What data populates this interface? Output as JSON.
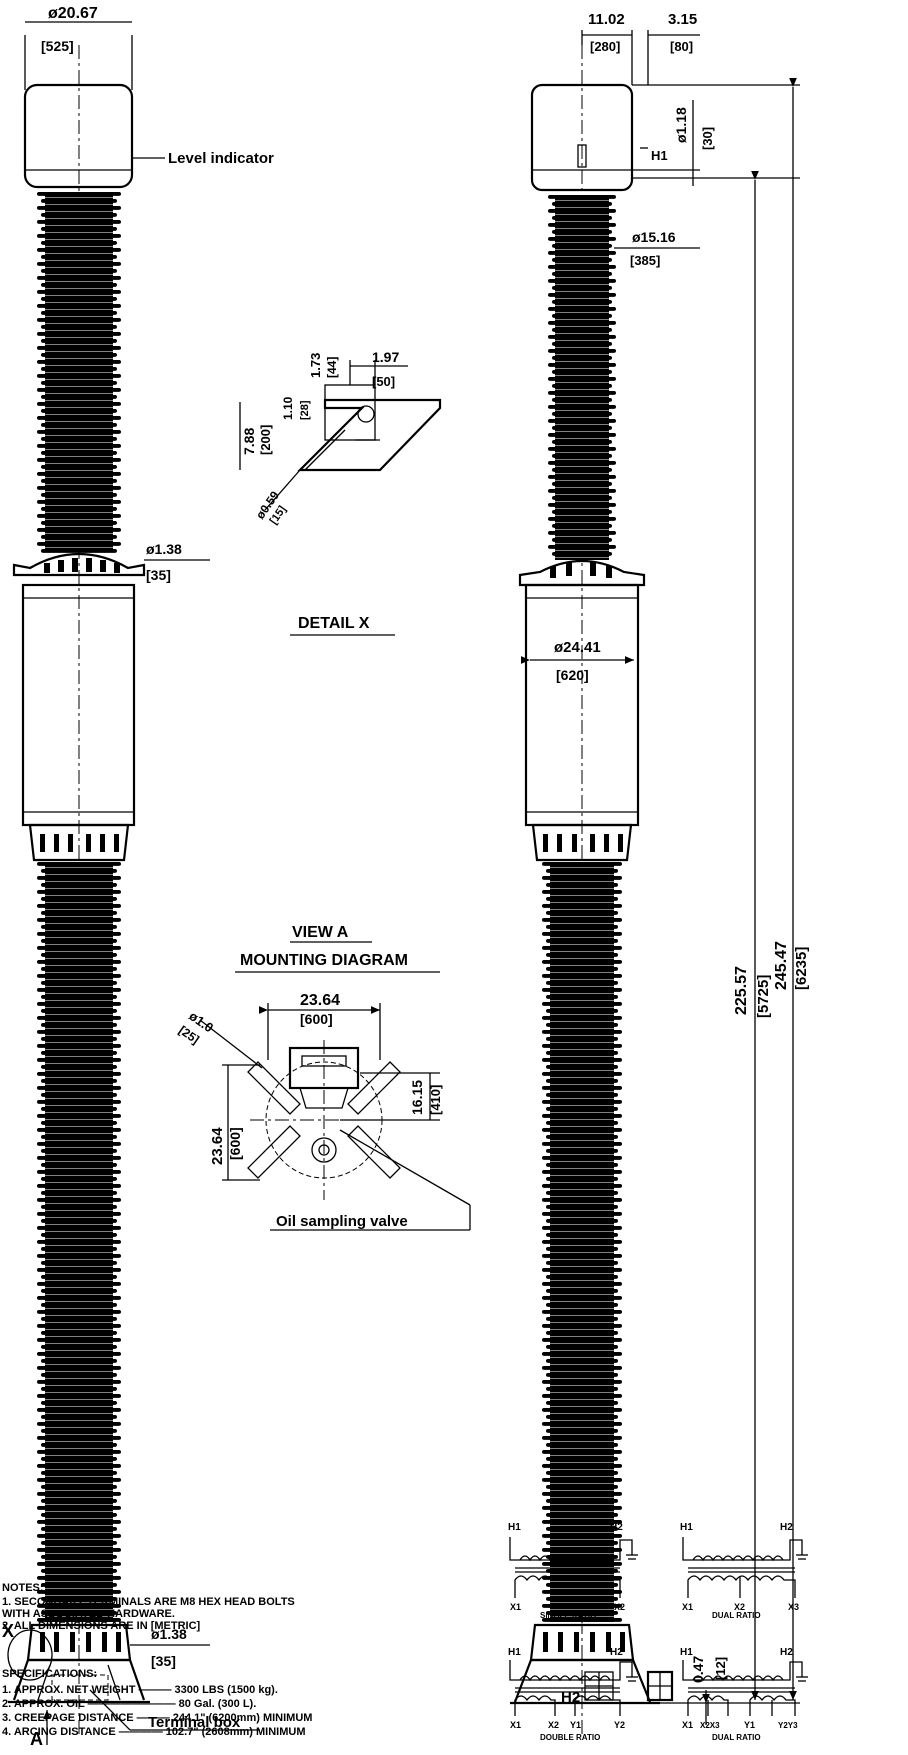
{
  "left_view": {
    "top_dia": "ø20.67",
    "top_dia_metric": "[525]",
    "level_indicator": "Level indicator",
    "flange_dia": "ø1.38",
    "flange_dia_metric": "[35]",
    "base_dia": "ø1.38",
    "base_dia_metric": "[35]",
    "x_marker": "X",
    "a_marker": "A",
    "terminal_box": "Terminal box"
  },
  "right_view": {
    "top_w": "11.02",
    "top_w_metric": "[280]",
    "offset": "3.15",
    "offset_metric": "[80]",
    "cap_h": "ø1.18",
    "cap_h_metric": "[30]",
    "h1_label": "H1",
    "porcelain_dia": "ø15.16",
    "porcelain_dia_metric": "[385]",
    "tank_dia": "ø24.41",
    "tank_dia_metric": "[620]",
    "height_a": "225.57",
    "height_a_metric": "[5725]",
    "height_b": "245.47",
    "height_b_metric": "[6235]",
    "base_h": "0.47",
    "base_h_metric": "[12]",
    "h2_label": "H2"
  },
  "detail_x": {
    "title": "DETAIL X",
    "d1": "1.97",
    "d1_metric": "[50]",
    "d2": "1.73",
    "d2_metric": "[44]",
    "d3": "1.10",
    "d3_metric": "[28]",
    "d4": "7.88",
    "d4_metric": "[200]",
    "d5": "ø0.59",
    "d5_metric": "[15]"
  },
  "view_a": {
    "title": "VIEW A",
    "subtitle": "MOUNTING DIAGRAM",
    "w": "23.64",
    "w_metric": "[600]",
    "h": "23.64",
    "h_metric": "[600]",
    "hole": "ø1.0",
    "hole_metric": "[25]",
    "offset": "16.15",
    "offset_metric": "[410]",
    "oil_valve": "Oil sampling valve"
  },
  "schematics": [
    {
      "top_left": "H1",
      "top_right": "H2",
      "bot_left": "X1",
      "bot_right": "X2",
      "caption": "SINGLE RATIO"
    },
    {
      "top_left": "H1",
      "top_right": "H2",
      "bot_left": "X1",
      "bot_mid": "X2",
      "bot_right": "X3",
      "caption": "DUAL RATIO"
    },
    {
      "top_left": "H1",
      "top_right": "H2",
      "bot_left": "X1",
      "bot_mid1": "X2",
      "bot_mid2": "Y1",
      "bot_right": "Y2",
      "caption": "DOUBLE RATIO"
    },
    {
      "top_left": "H1",
      "top_right": "H2",
      "bot_left": "X1",
      "bot_mid1": "X2X3",
      "bot_mid2": "Y1",
      "bot_right": "Y2Y3",
      "caption": "DUAL RATIO"
    }
  ],
  "notes": {
    "heading": "NOTES:",
    "items": [
      "1. SECONDARY TERMINALS ARE M8 HEX HEAD BOLTS",
      "   WITH ASSOCIATED HARDWARE.",
      "2. ALL DIMENSIONS ARE IN [METRIC]"
    ]
  },
  "specs": {
    "heading": "SPECIFICATIONS:",
    "items": [
      "1. APPROX. NET WEIGHT ——— 3300 LBS (1500 kg).",
      "2. APPROX. OIL ———————— 80 Gal. (300 L).",
      "3. CREEPAGE DISTANCE ——— 244.1\" (6200mm) MINIMUM",
      "4. ARCING DISTANCE ———— 102.7\" (2608mm) MINIMUM"
    ]
  }
}
